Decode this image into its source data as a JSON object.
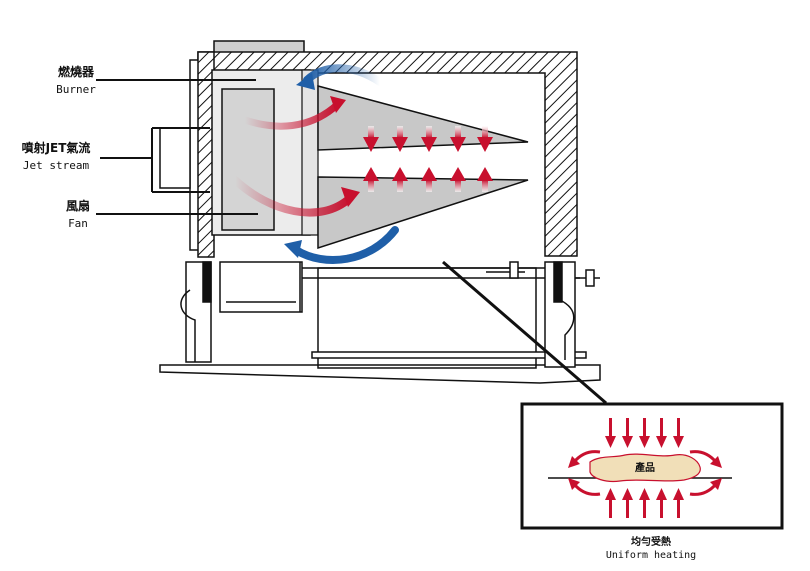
{
  "labels": {
    "burner_zh": "燃燒器",
    "burner_en": "Burner",
    "jet_zh": "噴射JET氣流",
    "jet_en": "Jet stream",
    "fan_zh": "風扇",
    "fan_en": "Fan",
    "product_zh": "產品",
    "uniform_zh": "均勻受熱",
    "uniform_en": "Uniform heating"
  },
  "colors": {
    "arrow_red": "#c8102e",
    "arrow_blue": "#1f5fa8",
    "cone_gray": "#c8c8c8",
    "line": "#111111",
    "product": "#f1dfb8"
  }
}
